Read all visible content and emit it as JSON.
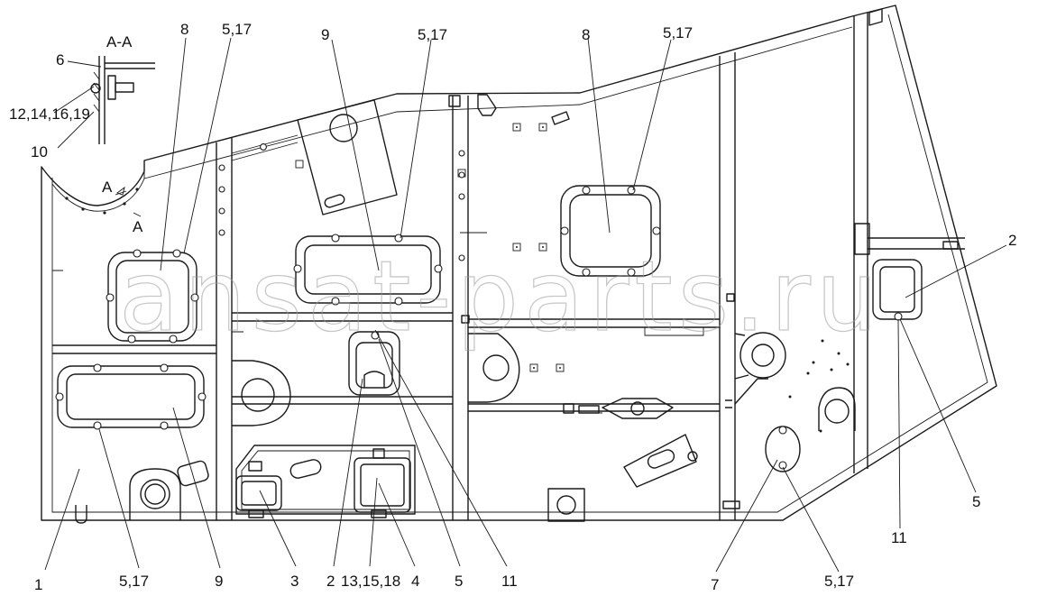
{
  "section_title": "A-A",
  "section_marks": [
    "A",
    "A"
  ],
  "watermark": "ansat-parts.ru",
  "callouts": {
    "c1": "1",
    "c2": "2",
    "c2b": "2",
    "c3": "3",
    "c4": "4",
    "c5a": "5",
    "c5b": "5",
    "c6": "6",
    "c7": "7",
    "c8a": "8",
    "c8b": "8",
    "c9a": "9",
    "c9b": "9",
    "c10": "10",
    "c11a": "11",
    "c11b": "11",
    "c12": "12,14,16,19",
    "c13": "13,15,18",
    "c517a": "5,17",
    "c517b": "5,17",
    "c517c": "5,17",
    "c517d": "5,17",
    "c517e": "5,17"
  }
}
